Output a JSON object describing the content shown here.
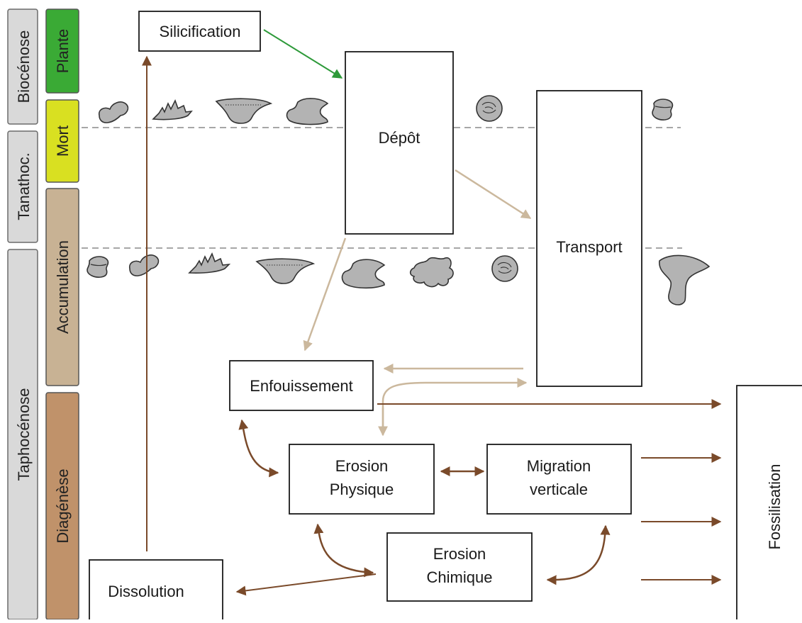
{
  "colors": {
    "plante": "#3aaa35",
    "mort": "#d9e021",
    "accumulation": "#c8b294",
    "diagenese": "#c0926a",
    "stage_grey": "#d9d9d9",
    "brown_arrow": "#7a4a2a",
    "tan_arrow": "#cbb89d",
    "green_arrow": "#2e9a3a",
    "phytolith": "#b3b3b3",
    "dashed_line": "#a6a6a6"
  },
  "sidebar": {
    "groups": [
      "Biocénose",
      "Tanathoc.",
      "Taphocénose"
    ],
    "stages": [
      "Plante",
      "Mort",
      "Accumulation",
      "Diagénèse"
    ]
  },
  "boxes": {
    "silicification": "Silicification",
    "depot": "Dépôt",
    "transport": "Transport",
    "enfouissement": "Enfouissement",
    "erosion_physique": [
      "Erosion",
      "Physique"
    ],
    "migration_verticale": [
      "Migration",
      "verticale"
    ],
    "erosion_chimique": [
      "Erosion",
      "Chimique"
    ],
    "dissolution": "Dissolution",
    "fossilisation": "Fossilisation"
  },
  "icons": {
    "phytolith": "phytolith-icon"
  }
}
